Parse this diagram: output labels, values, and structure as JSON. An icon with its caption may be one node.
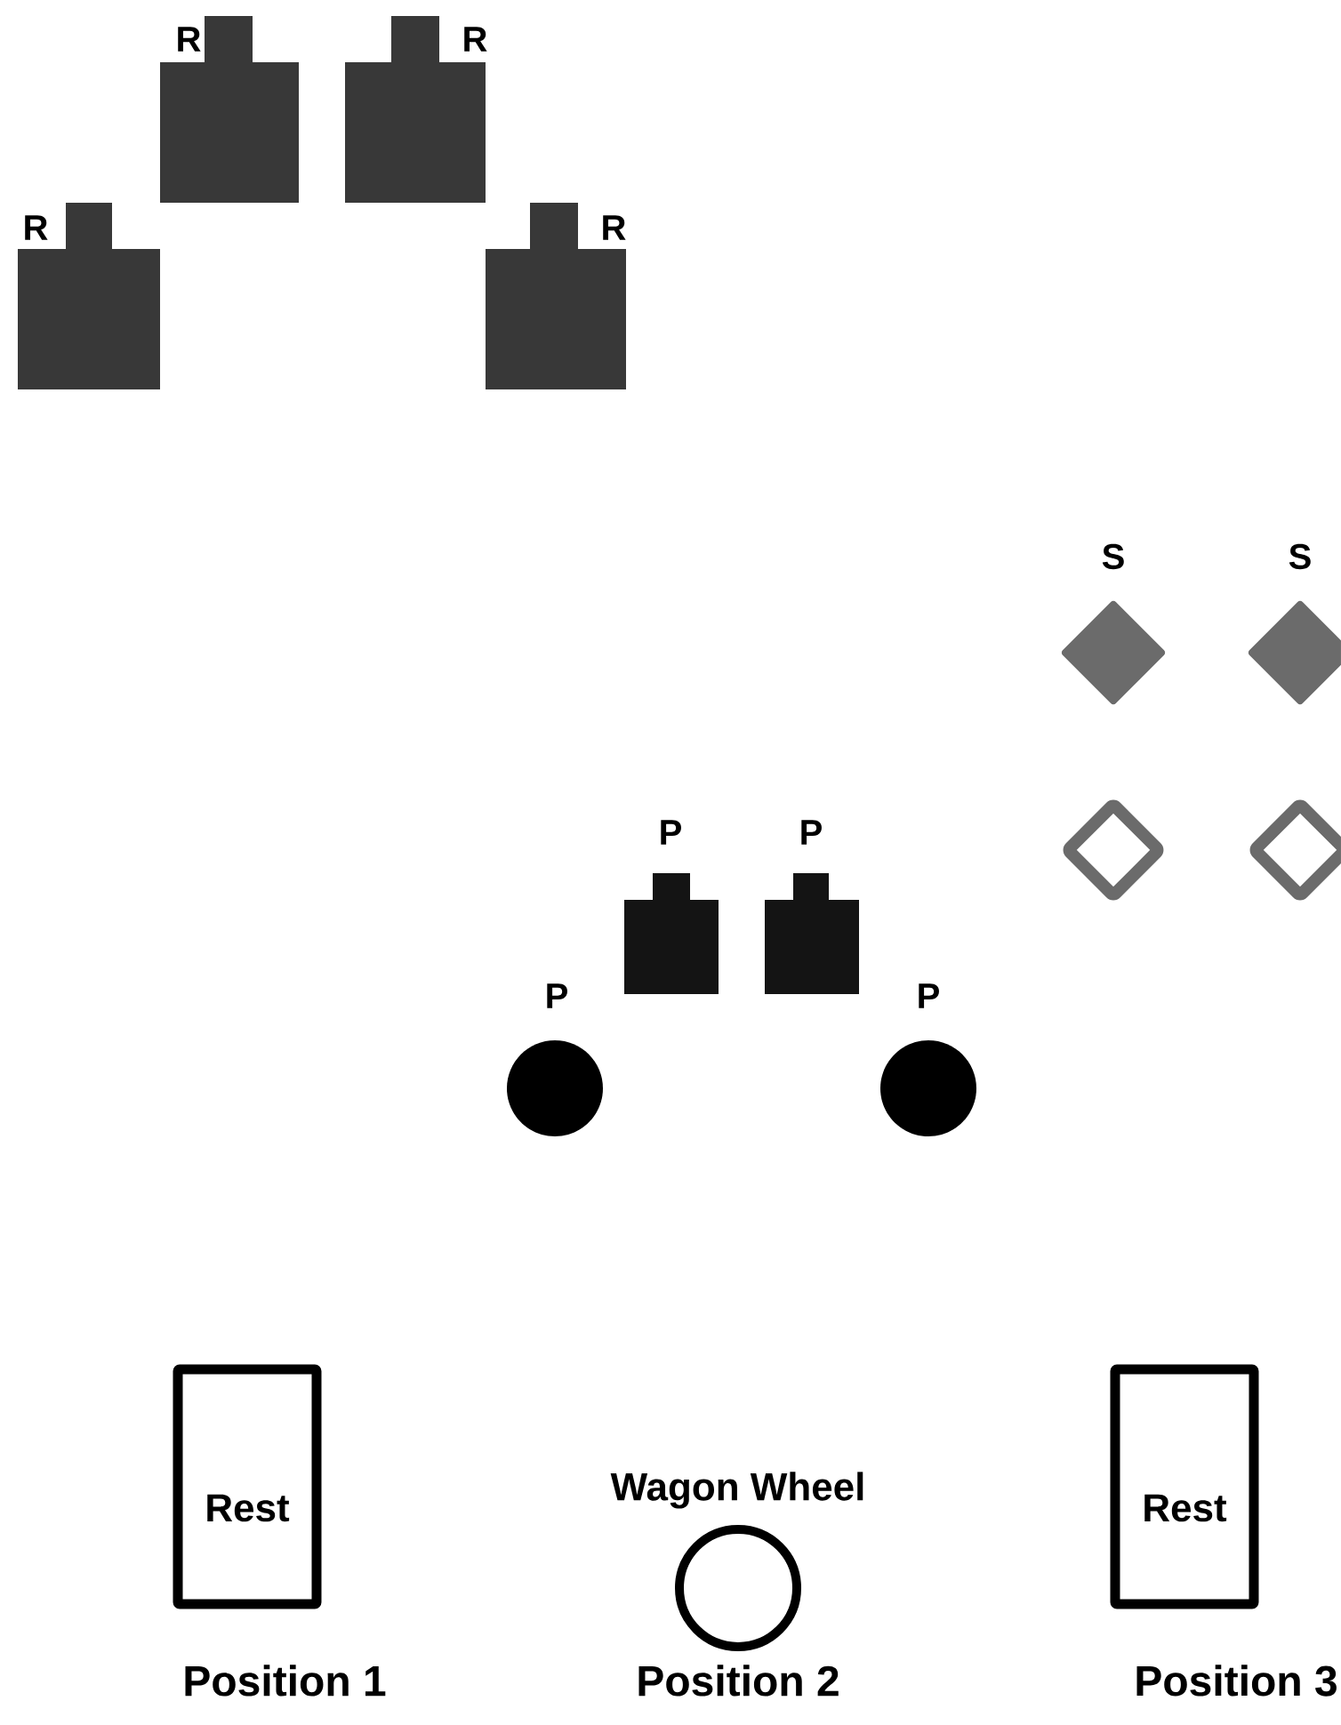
{
  "diagram": {
    "nodes": [
      {
        "text": [
          "R"
        ]
      },
      {
        "text": [
          "R"
        ]
      },
      {
        "text": [
          "R"
        ]
      },
      {
        "text": [
          "R"
        ]
      },
      {
        "text": [
          "S"
        ]
      },
      {
        "text": [
          "S"
        ]
      },
      {
        "text": [],
        "shape": "diamond"
      },
      {
        "text": [],
        "shape": "diamond"
      },
      {
        "text": [
          "P"
        ]
      },
      {
        "text": [
          "P"
        ]
      },
      {
        "text": [
          "P"
        ]
      },
      {
        "text": [
          "P"
        ]
      },
      {
        "text": [
          "Rest"
        ],
        "beside": [
          "Position 1"
        ]
      },
      {
        "text": [
          "Wagon Wheel"
        ],
        "beside": [
          "Position 2"
        ]
      },
      {
        "text": [
          "Rest"
        ],
        "beside": [
          "Position 3"
        ]
      }
    ]
  }
}
